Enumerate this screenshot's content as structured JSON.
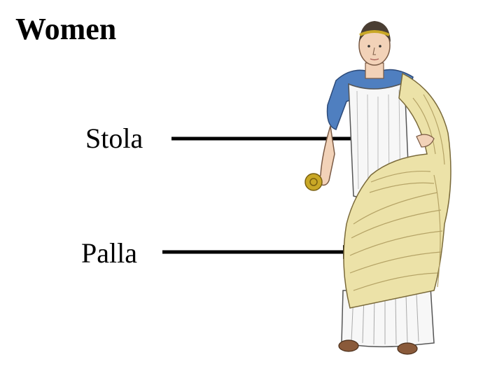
{
  "title": "Women",
  "labels": {
    "stola": "Stola",
    "palla": "Palla"
  },
  "colors": {
    "stola_blue": "#4f7fc0",
    "palla_cream": "#ece2a8",
    "palla_fold": "#c9b97a",
    "tunic_white": "#f7f7f7",
    "skin": "#f2d2b8",
    "hair": "#4a3e33",
    "gold": "#c9a826",
    "shoe": "#8a5a3a"
  }
}
